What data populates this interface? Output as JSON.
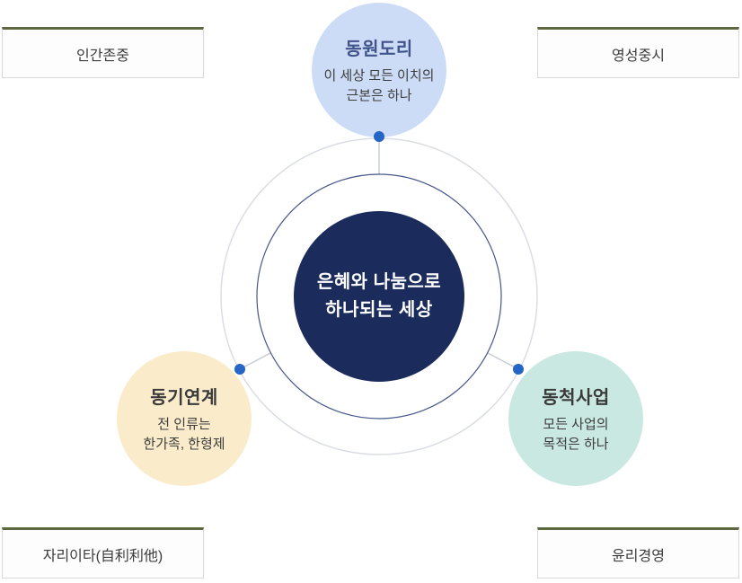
{
  "diagram": {
    "center_circle": {
      "line1": "은혜와 나눔으로",
      "line2": "하나되는 세상"
    },
    "nodes": [
      {
        "position": "top",
        "title": "동원도리",
        "subtitle_line1": "이 세상 모든 이치의",
        "subtitle_line2": "근본은 하나"
      },
      {
        "position": "bottom-left",
        "title": "동기연계",
        "subtitle_line1": "전 인류는",
        "subtitle_line2": "한가족, 한형제"
      },
      {
        "position": "bottom-right",
        "title": "동척사업",
        "subtitle_line1": "모든 사업의",
        "subtitle_line2": "목적은 하나"
      }
    ],
    "corners": {
      "top_left": "인간존중",
      "top_right": "영성중시",
      "bottom_left": "자리이타(自利利他)",
      "bottom_right": "윤리경영"
    },
    "colors": {
      "center_circle_fill": "#1b2b5c",
      "center_circle_text": "#ffffff",
      "node_top_fill": "#cddcf6",
      "node_top_title": "#40538a",
      "node_bottom_left_fill": "#faeccb",
      "node_bottom_right_fill": "#c9e8e2",
      "node_title_text": "#3a3a3a",
      "connector_dot": "#2565c6",
      "inner_ring_stroke": "#46578a",
      "outer_ring_stroke": "#dadde3",
      "spoke_stroke": "#c6ccd4",
      "corner_box_top_border": "#5e6840"
    }
  }
}
